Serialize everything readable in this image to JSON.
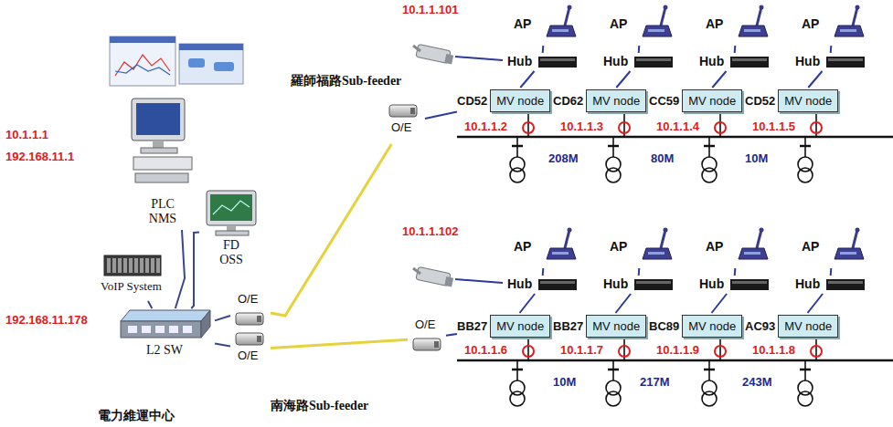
{
  "diagram": {
    "caption": "電力維運中心",
    "nodes": [
      {
        "text": [
          "電力維運中心"
        ]
      },
      {
        "text": [
          "PLC NMS"
        ],
        "in": 0
      },
      {
        "text": [
          "FD OSS"
        ],
        "in": 0
      },
      {
        "text": [
          "VoIP System"
        ],
        "in": 0
      },
      {
        "text": [
          "L2 SW"
        ],
        "in": 0
      },
      {
        "text": [
          "O/E"
        ],
        "in": 0
      },
      {
        "text": [
          "O/E"
        ],
        "in": 0
      },
      {
        "text": [
          "O/E"
        ]
      },
      {
        "text": [
          "AP"
        ]
      },
      {
        "text": [
          "AP"
        ]
      },
      {
        "text": [
          "AP"
        ]
      },
      {
        "text": [
          "AP"
        ]
      },
      {
        "text": [
          "Hub"
        ]
      },
      {
        "text": [
          "Hub"
        ]
      },
      {
        "text": [
          "Hub"
        ]
      },
      {
        "text": [
          "Hub"
        ]
      },
      {
        "text": [
          "CD52",
          "MV node"
        ]
      },
      {
        "text": [
          "CD62",
          "MV node"
        ]
      },
      {
        "text": [
          "CC59",
          "MV node"
        ]
      },
      {
        "text": [
          "CD52",
          "MV node"
        ]
      },
      {
        "text": [
          "O/E"
        ]
      },
      {
        "text": [
          "AP"
        ]
      },
      {
        "text": [
          "AP"
        ]
      },
      {
        "text": [
          "AP"
        ]
      },
      {
        "text": [
          "AP"
        ]
      },
      {
        "text": [
          "Hub"
        ]
      },
      {
        "text": [
          "Hub"
        ]
      },
      {
        "text": [
          "Hub"
        ]
      },
      {
        "text": [
          "Hub"
        ]
      },
      {
        "text": [
          "BB27",
          "MV node"
        ]
      },
      {
        "text": [
          "BB27",
          "MV node"
        ]
      },
      {
        "text": [
          "BC89",
          "MV node"
        ]
      },
      {
        "text": [
          "AC93",
          "MV node"
        ]
      }
    ],
    "edges": [
      {
        "from": 1,
        "to": 4,
        "arrow": "none"
      },
      {
        "from": 2,
        "to": 4,
        "arrow": "none"
      },
      {
        "from": 3,
        "to": 4,
        "arrow": "none"
      },
      {
        "from": 4,
        "to": 5,
        "arrow": "none"
      },
      {
        "from": 4,
        "to": 6,
        "arrow": "none"
      },
      {
        "from": 5,
        "to": 7,
        "arrow": "none"
      },
      {
        "from": 6,
        "to": 20,
        "arrow": "none"
      },
      {
        "from": 7,
        "to": 16,
        "arrow": "none"
      },
      {
        "from": 20,
        "to": 29,
        "arrow": "none"
      },
      {
        "from": 8,
        "to": 12,
        "arrow": "none"
      },
      {
        "from": 9,
        "to": 13,
        "arrow": "none"
      },
      {
        "from": 10,
        "to": 14,
        "arrow": "none"
      },
      {
        "from": 11,
        "to": 15,
        "arrow": "none"
      },
      {
        "from": 12,
        "to": 16,
        "arrow": "none"
      },
      {
        "from": 13,
        "to": 17,
        "arrow": "none"
      },
      {
        "from": 14,
        "to": 18,
        "arrow": "none"
      },
      {
        "from": 15,
        "to": 19,
        "arrow": "none"
      },
      {
        "from": 21,
        "to": 25,
        "arrow": "none"
      },
      {
        "from": 22,
        "to": 26,
        "arrow": "none"
      },
      {
        "from": 23,
        "to": 27,
        "arrow": "none"
      },
      {
        "from": 24,
        "to": 28,
        "arrow": "none"
      },
      {
        "from": 25,
        "to": 29,
        "arrow": "none"
      },
      {
        "from": 26,
        "to": 30,
        "arrow": "none"
      },
      {
        "from": 27,
        "to": 31,
        "arrow": "none"
      },
      {
        "from": 28,
        "to": 32,
        "arrow": "none"
      }
    ],
    "labels": [
      "10.1.1.1",
      "192.168.11.1",
      "192.168.11.178",
      "10.1.1.101",
      "羅師福路Sub-feeder",
      "10.1.1.2",
      "10.1.1.3",
      "10.1.1.4",
      "10.1.1.5",
      "208M",
      "80M",
      "10M",
      "10.1.1.102",
      "南海路Sub-feeder",
      "10.1.1.6",
      "10.1.1.7",
      "10.1.1.9",
      "10.1.1.8",
      "10M",
      "217M",
      "243M"
    ]
  }
}
